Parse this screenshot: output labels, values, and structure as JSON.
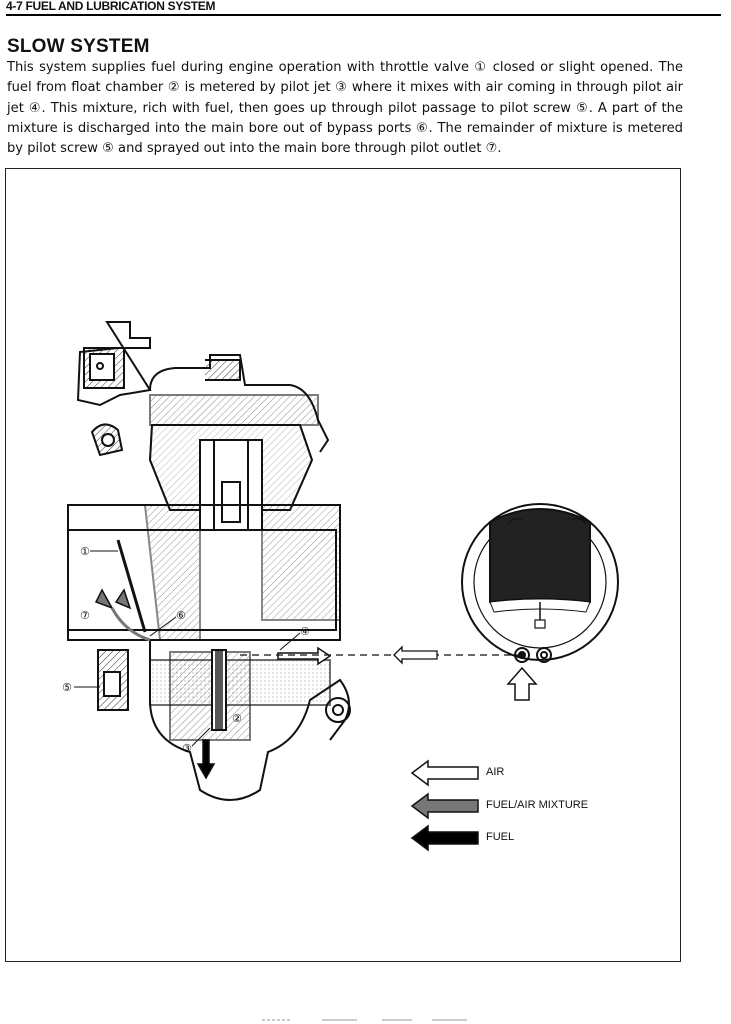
{
  "header": {
    "title": "4-7 FUEL AND LUBRICATION SYSTEM"
  },
  "section": {
    "title": "SLOW SYSTEM",
    "body": "This system supplies fuel during engine operation with throttle valve ① closed or slight opened. The fuel from float chamber ② is metered by pilot jet ③ where it mixes with air coming in through pilot air jet ④. This mixture, rich with fuel, then goes up through pilot passage to pilot screw ⑤. A part of the mixture is discharged into the main bore out of bypass ports ⑥. The remainder of mixture is metered by pilot screw ⑤ and sprayed out into the main bore through pilot outlet ⑦."
  },
  "figure": {
    "callouts": {
      "c1": "①",
      "c2": "②",
      "c3": "③",
      "c4": "④",
      "c5": "⑤",
      "c6": "⑥",
      "c7": "⑦"
    },
    "legend": {
      "air": "AIR",
      "mixture": "FUEL/AIR MIXTURE",
      "fuel": "FUEL"
    }
  },
  "colors": {
    "ink": "#111111",
    "mixture": "#777777",
    "fuel": "#000000",
    "air": "#ffffff"
  }
}
